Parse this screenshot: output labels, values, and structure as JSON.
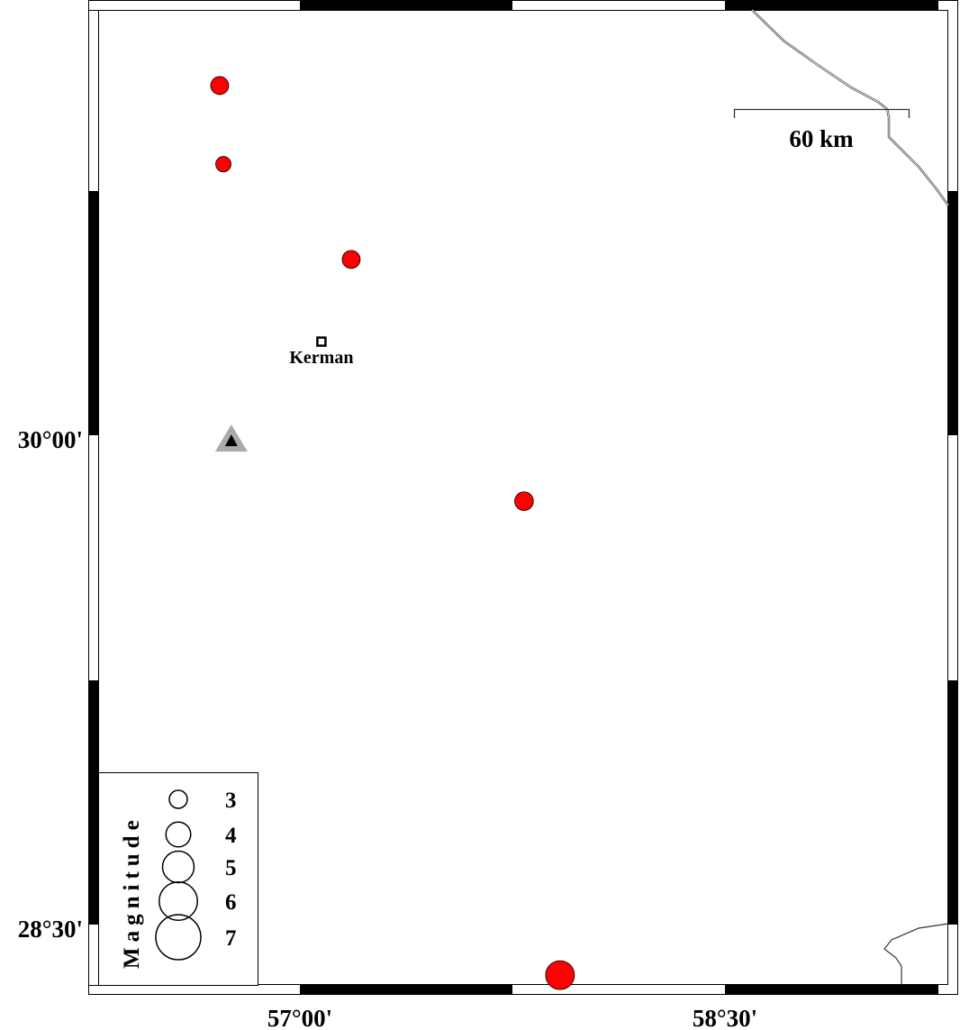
{
  "map": {
    "axes": {
      "lat_ticks": [
        {
          "value": 30.0,
          "label": "30°00'"
        },
        {
          "value": 28.5,
          "label": "28°30'"
        }
      ],
      "lon_ticks": [
        {
          "value": 57.0,
          "label": "57°00'"
        },
        {
          "value": 58.5,
          "label": "58°30'"
        }
      ]
    },
    "scale_bar": {
      "label": "60 km"
    },
    "city": {
      "name": "Kerman",
      "lon": 57.076,
      "lat": 30.287
    },
    "station": {
      "lon": 56.758,
      "lat": 29.986,
      "outer_color": "#aaaaaa",
      "inner_color": "#000000"
    },
    "events": [
      {
        "lon": 56.717,
        "lat": 31.072,
        "magnitude": 3.0
      },
      {
        "lon": 56.73,
        "lat": 30.831,
        "magnitude": 2.6
      },
      {
        "lon": 57.181,
        "lat": 30.539,
        "magnitude": 3.0
      },
      {
        "lon": 57.791,
        "lat": 29.798,
        "magnitude": 3.1
      },
      {
        "lon": 57.918,
        "lat": 28.345,
        "magnitude": 4.6
      }
    ],
    "event_color": "#ff0000",
    "legend": {
      "title": "Magnitude",
      "entries": [
        {
          "label": "3",
          "magnitude": 3
        },
        {
          "label": "4",
          "magnitude": 4
        },
        {
          "label": "5",
          "magnitude": 5
        },
        {
          "label": "6",
          "magnitude": 6
        },
        {
          "label": "7",
          "magnitude": 7
        }
      ]
    }
  }
}
